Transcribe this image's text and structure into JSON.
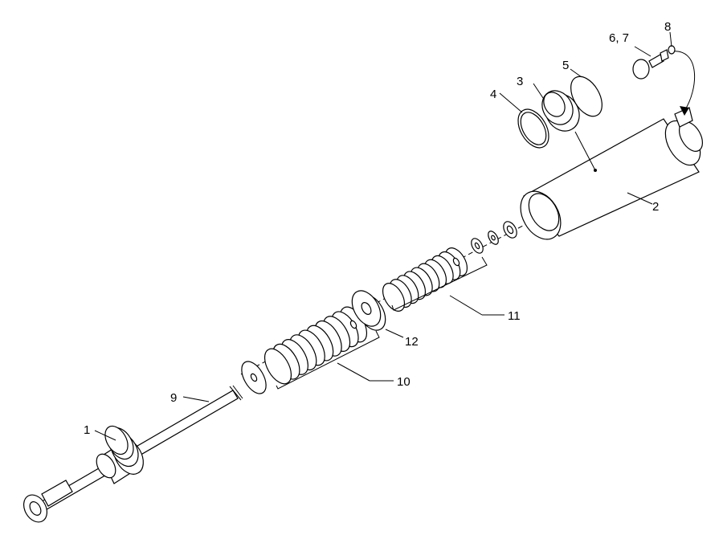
{
  "callouts": [
    {
      "id": "1",
      "label": "1"
    },
    {
      "id": "2",
      "label": "2"
    },
    {
      "id": "3",
      "label": "3"
    },
    {
      "id": "4",
      "label": "4"
    },
    {
      "id": "5",
      "label": "5"
    },
    {
      "id": "6-7",
      "label": "6, 7"
    },
    {
      "id": "8",
      "label": "8"
    },
    {
      "id": "9",
      "label": "9"
    },
    {
      "id": "10",
      "label": "10"
    },
    {
      "id": "11",
      "label": "11"
    },
    {
      "id": "12",
      "label": "12"
    }
  ]
}
